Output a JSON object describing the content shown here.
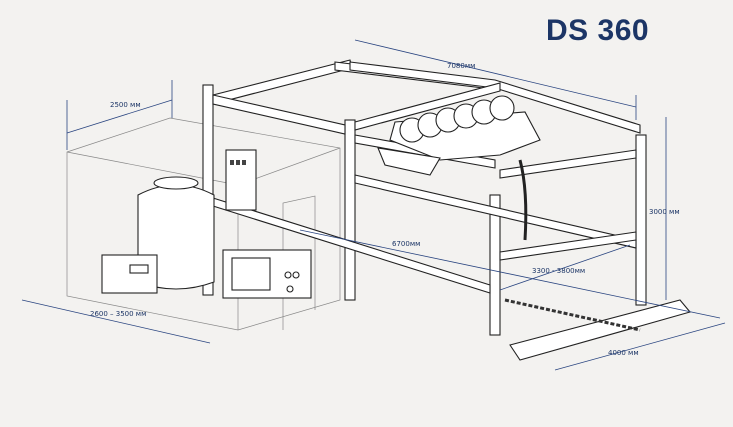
{
  "title": "DS 360",
  "dimensions": {
    "room_depth": "2500 мм",
    "frame_length": "7080мм",
    "frame_height": "3000 мм",
    "overall_length": "6700мм",
    "frame_width": "3300 - 3800мм",
    "room_width": "2600 – 3500 мм",
    "track_length": "4000 мм"
  },
  "colors": {
    "accent": "#1c3566",
    "background": "#f3f2f0"
  }
}
